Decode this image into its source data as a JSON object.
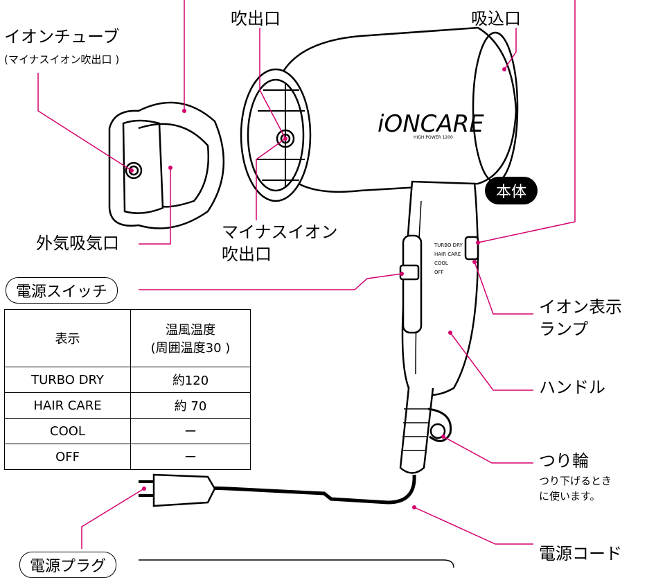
{
  "labels": {
    "ion_tube": "イオンチューブ",
    "ion_tube_note": "(マイナスイオン吹出口 )",
    "outlet": "吹出口",
    "intake": "吸込口",
    "body_badge": "本体",
    "brand": "iONCARE",
    "brand_sub": "HIGH POWER 1200",
    "outside_air_intake": "外気吸気口",
    "minus_ion_outlet_1": "マイナスイオン",
    "minus_ion_outlet_2": "吹出口",
    "ion_lamp_1": "イオン表示",
    "ion_lamp_2": "ランプ",
    "handle": "ハンドル",
    "hanging_ring": "つり輪",
    "hanging_ring_note_1": "つり下げるとき",
    "hanging_ring_note_2": "に使います。",
    "power_cord": "電源コード",
    "power_switch": "電源スイッチ",
    "power_plug": "電源プラグ"
  },
  "switch_marks": [
    "TURBO DRY",
    "HAIR CARE",
    "COOL",
    "OFF"
  ],
  "table": {
    "header": [
      "表示",
      "温風温度",
      "(周囲温度30 )"
    ],
    "rows": [
      {
        "mode": "TURBO DRY",
        "temp": "約120"
      },
      {
        "mode": "HAIR CARE",
        "temp": "約 70"
      },
      {
        "mode": "COOL",
        "temp": "ー"
      },
      {
        "mode": "OFF",
        "temp": "ー"
      }
    ]
  },
  "colors": {
    "leader": "#d4006e",
    "line": "#000000"
  }
}
